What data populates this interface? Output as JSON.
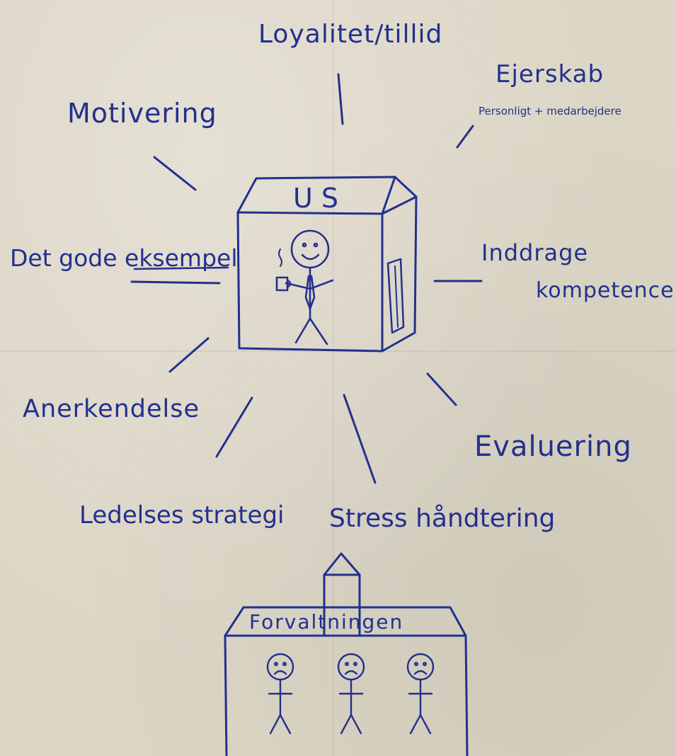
{
  "center": {
    "box_label": "US",
    "description": "smiling stick figure with tie holding a cup, inside a box"
  },
  "factors": {
    "loyalty": "Loyalitet/tillid",
    "ownership": "Ejerskab",
    "ownership_sub": "Personligt + medarbejdere",
    "motivation": "Motivering",
    "example": "Det gode eksempel",
    "involve_line1": "Inddrage",
    "involve_line2": "kompetencer",
    "recognition": "Anerkendelse",
    "evaluation": "Evaluering",
    "strategy": "Ledelses strategi",
    "stress": "Stress håndtering"
  },
  "building": {
    "label": "Forvaltningen",
    "figure_count": 3
  },
  "colors": {
    "ink": "#22308e",
    "paper": "#dcd6c6"
  }
}
